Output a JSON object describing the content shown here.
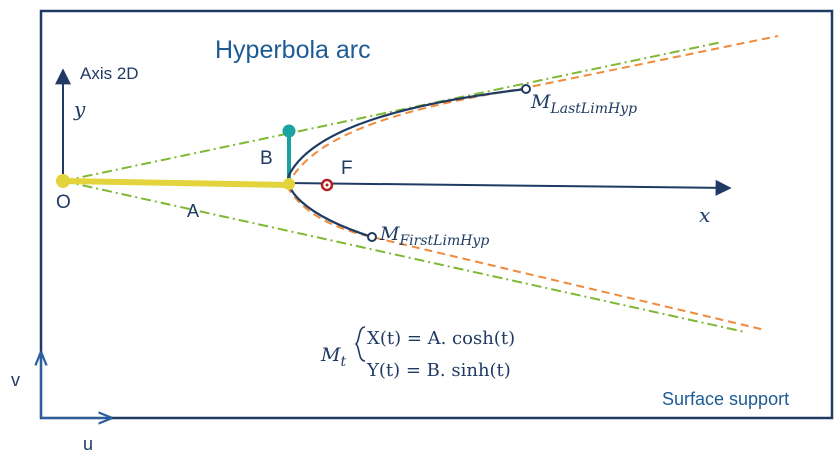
{
  "title": "Hyperbola arc",
  "axis_label": "Axis 2D",
  "y_axis": "y",
  "x_axis": "x",
  "origin": "O",
  "semi_major": "A",
  "semi_minor": "B",
  "focus": "F",
  "last_point": {
    "main": "M",
    "sub": "LastLimHyp"
  },
  "first_point": {
    "main": "M",
    "sub": "FirstLimHyp"
  },
  "equation": {
    "point": "M",
    "point_sub": "t",
    "x_line": "X(t) = A. cosh(t)",
    "y_line": "Y(t) = B. sinh(t)"
  },
  "surface_label": "Surface support",
  "u_label": "u",
  "v_label": "v",
  "colors": {
    "frame": "#1f3b63",
    "title": "#1e5b95",
    "axis": "#1f3b63",
    "semi_major": "#e3d33c",
    "semi_minor": "#1aa3a0",
    "focus": "#b22222",
    "asymptote": "#7fb832",
    "dashed_arc": "#f08a3c",
    "hyperbola": "#1f3b63"
  }
}
